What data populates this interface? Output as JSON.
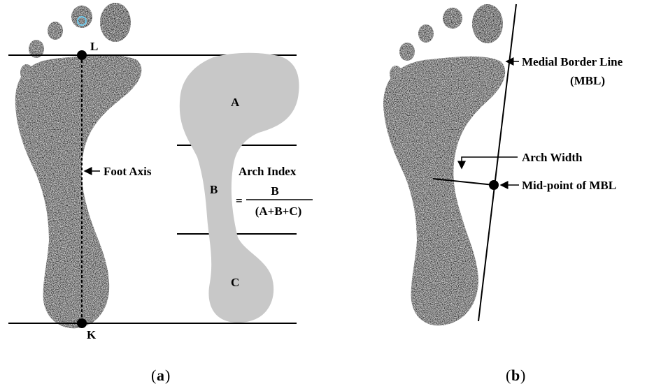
{
  "panel_a": {
    "point_top": "L",
    "point_bottom": "K",
    "foot_axis_label": "Foot Axis",
    "region_a": "A",
    "region_b": "B",
    "region_c": "C",
    "formula_title": "Arch Index",
    "formula_equals": "=",
    "formula_numerator": "B",
    "formula_denominator": "(A+B+C)",
    "caption_open": "(",
    "caption_letter": "a",
    "caption_close": ")"
  },
  "panel_b": {
    "mbl_label_line1": "Medial Border Line",
    "mbl_label_line2": "(MBL)",
    "arch_width_label": "Arch Width",
    "midpoint_label": "Mid-point of MBL",
    "caption_open": "(",
    "caption_letter": "b",
    "caption_close": ")"
  },
  "colors": {
    "footprint": "#3a3a3a",
    "region_fill": "#c8c8c8",
    "ink": "#000000",
    "toe_marker": "#6ec6e8"
  }
}
